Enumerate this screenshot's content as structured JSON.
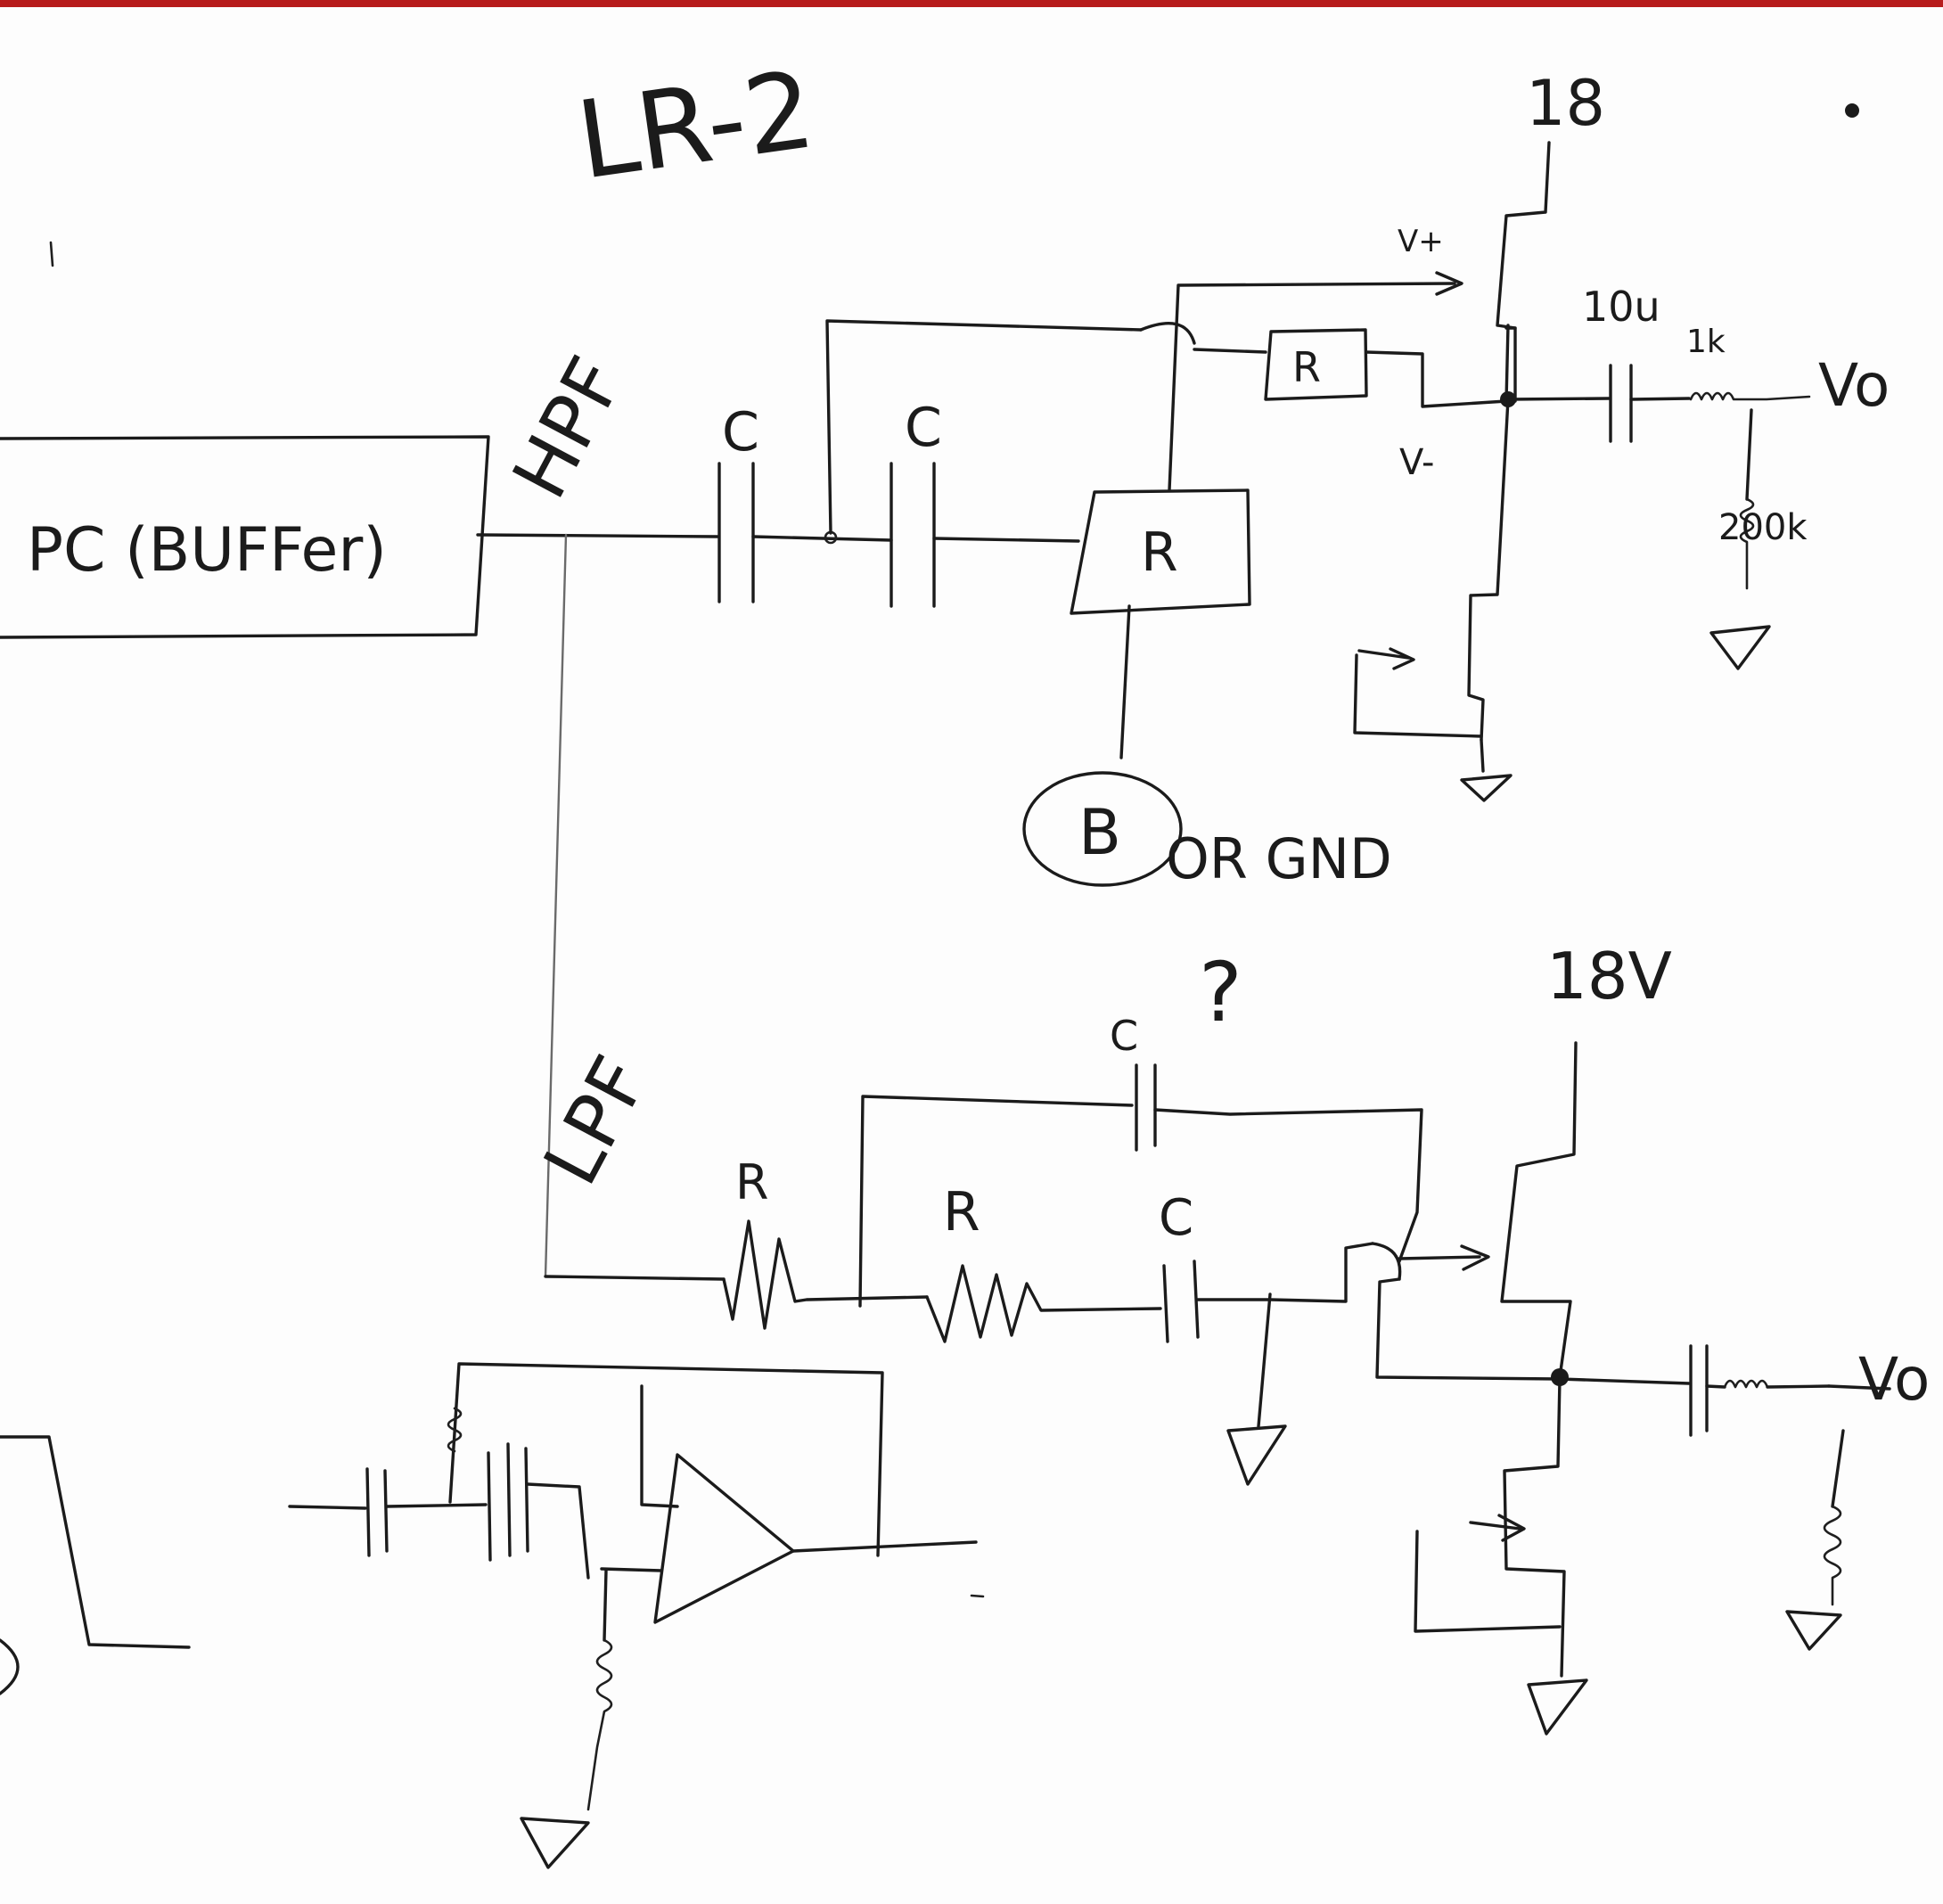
{
  "title": "LR-2",
  "blocks": {
    "buffer": "PC (BUFFer)"
  },
  "filters": {
    "hpf": "HPF",
    "lpf": "LPF"
  },
  "components": {
    "cap": "C",
    "res": "R",
    "cap_10u": "10u",
    "res_1k": "1k",
    "res_200k": "200k",
    "v_plus": "V+",
    "v_minus": "V-",
    "v_out": "Vo",
    "bias_node": "B",
    "or_gnd": "OR GND",
    "question": "?"
  },
  "supplies": {
    "top": "18",
    "bottom": "18V"
  }
}
